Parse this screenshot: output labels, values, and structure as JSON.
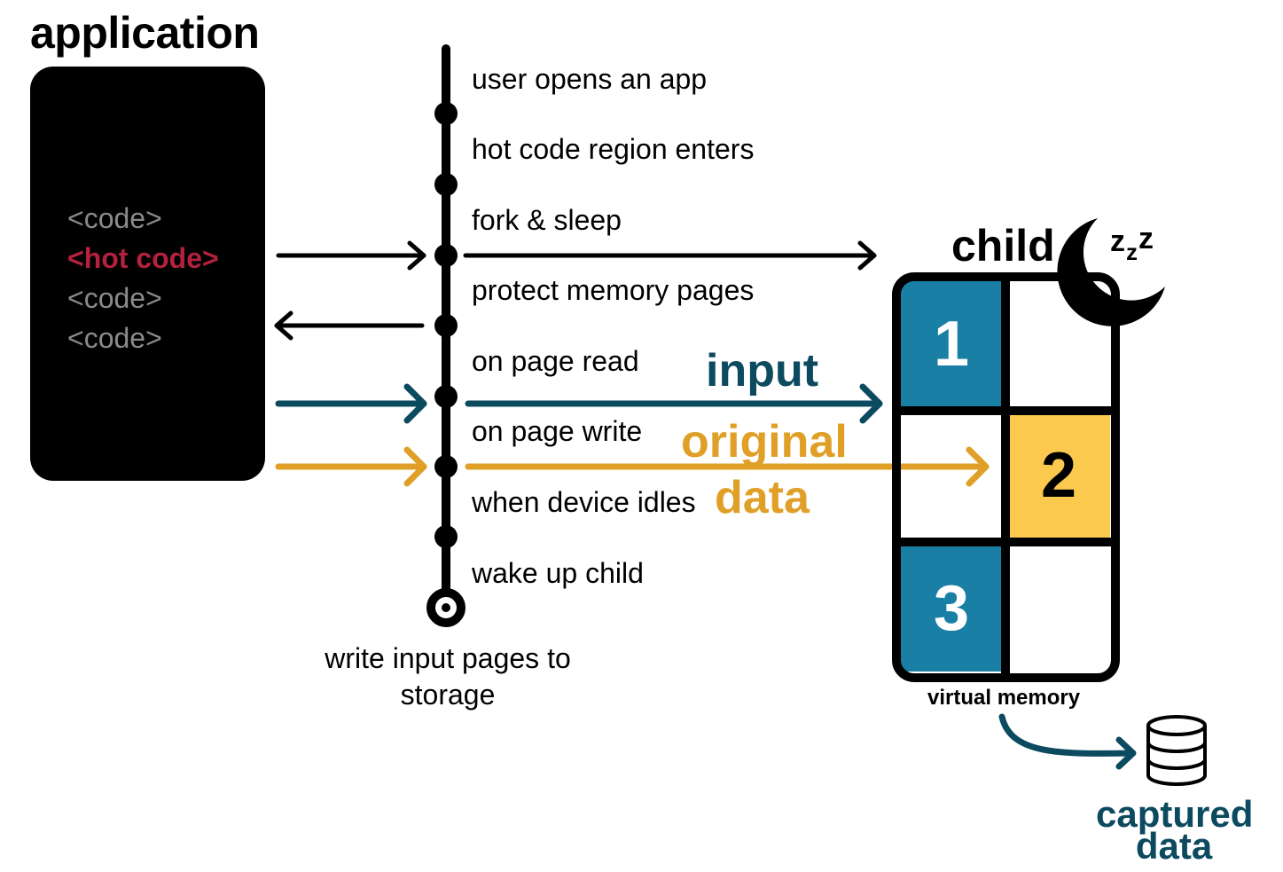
{
  "application": {
    "title": "application",
    "code_lines": [
      {
        "text": "<code>",
        "hot": false
      },
      {
        "text": "<hot code>",
        "hot": true
      },
      {
        "text": "<code>",
        "hot": false
      },
      {
        "text": "<code>",
        "hot": false
      }
    ]
  },
  "timeline": {
    "steps": [
      "user opens an app",
      "hot code region enters",
      "fork & sleep",
      "protect memory pages",
      "on page read",
      "on page write",
      "when device idles",
      "wake up child"
    ],
    "final_step": "write input pages to storage"
  },
  "flow_labels": {
    "input": "input",
    "original": "original",
    "data": "data"
  },
  "child": {
    "title": "child",
    "sleep_text": "zzz",
    "memory_label": "virtual memory",
    "pages": [
      "1",
      "2",
      "3"
    ]
  },
  "storage": {
    "label": "captured data"
  },
  "colors": {
    "teal": "#1a7fa5",
    "dark_teal": "#0c4a5f",
    "gold": "#e0a028",
    "gold_fill": "#fcc94f",
    "hot_red": "#b3213e"
  }
}
